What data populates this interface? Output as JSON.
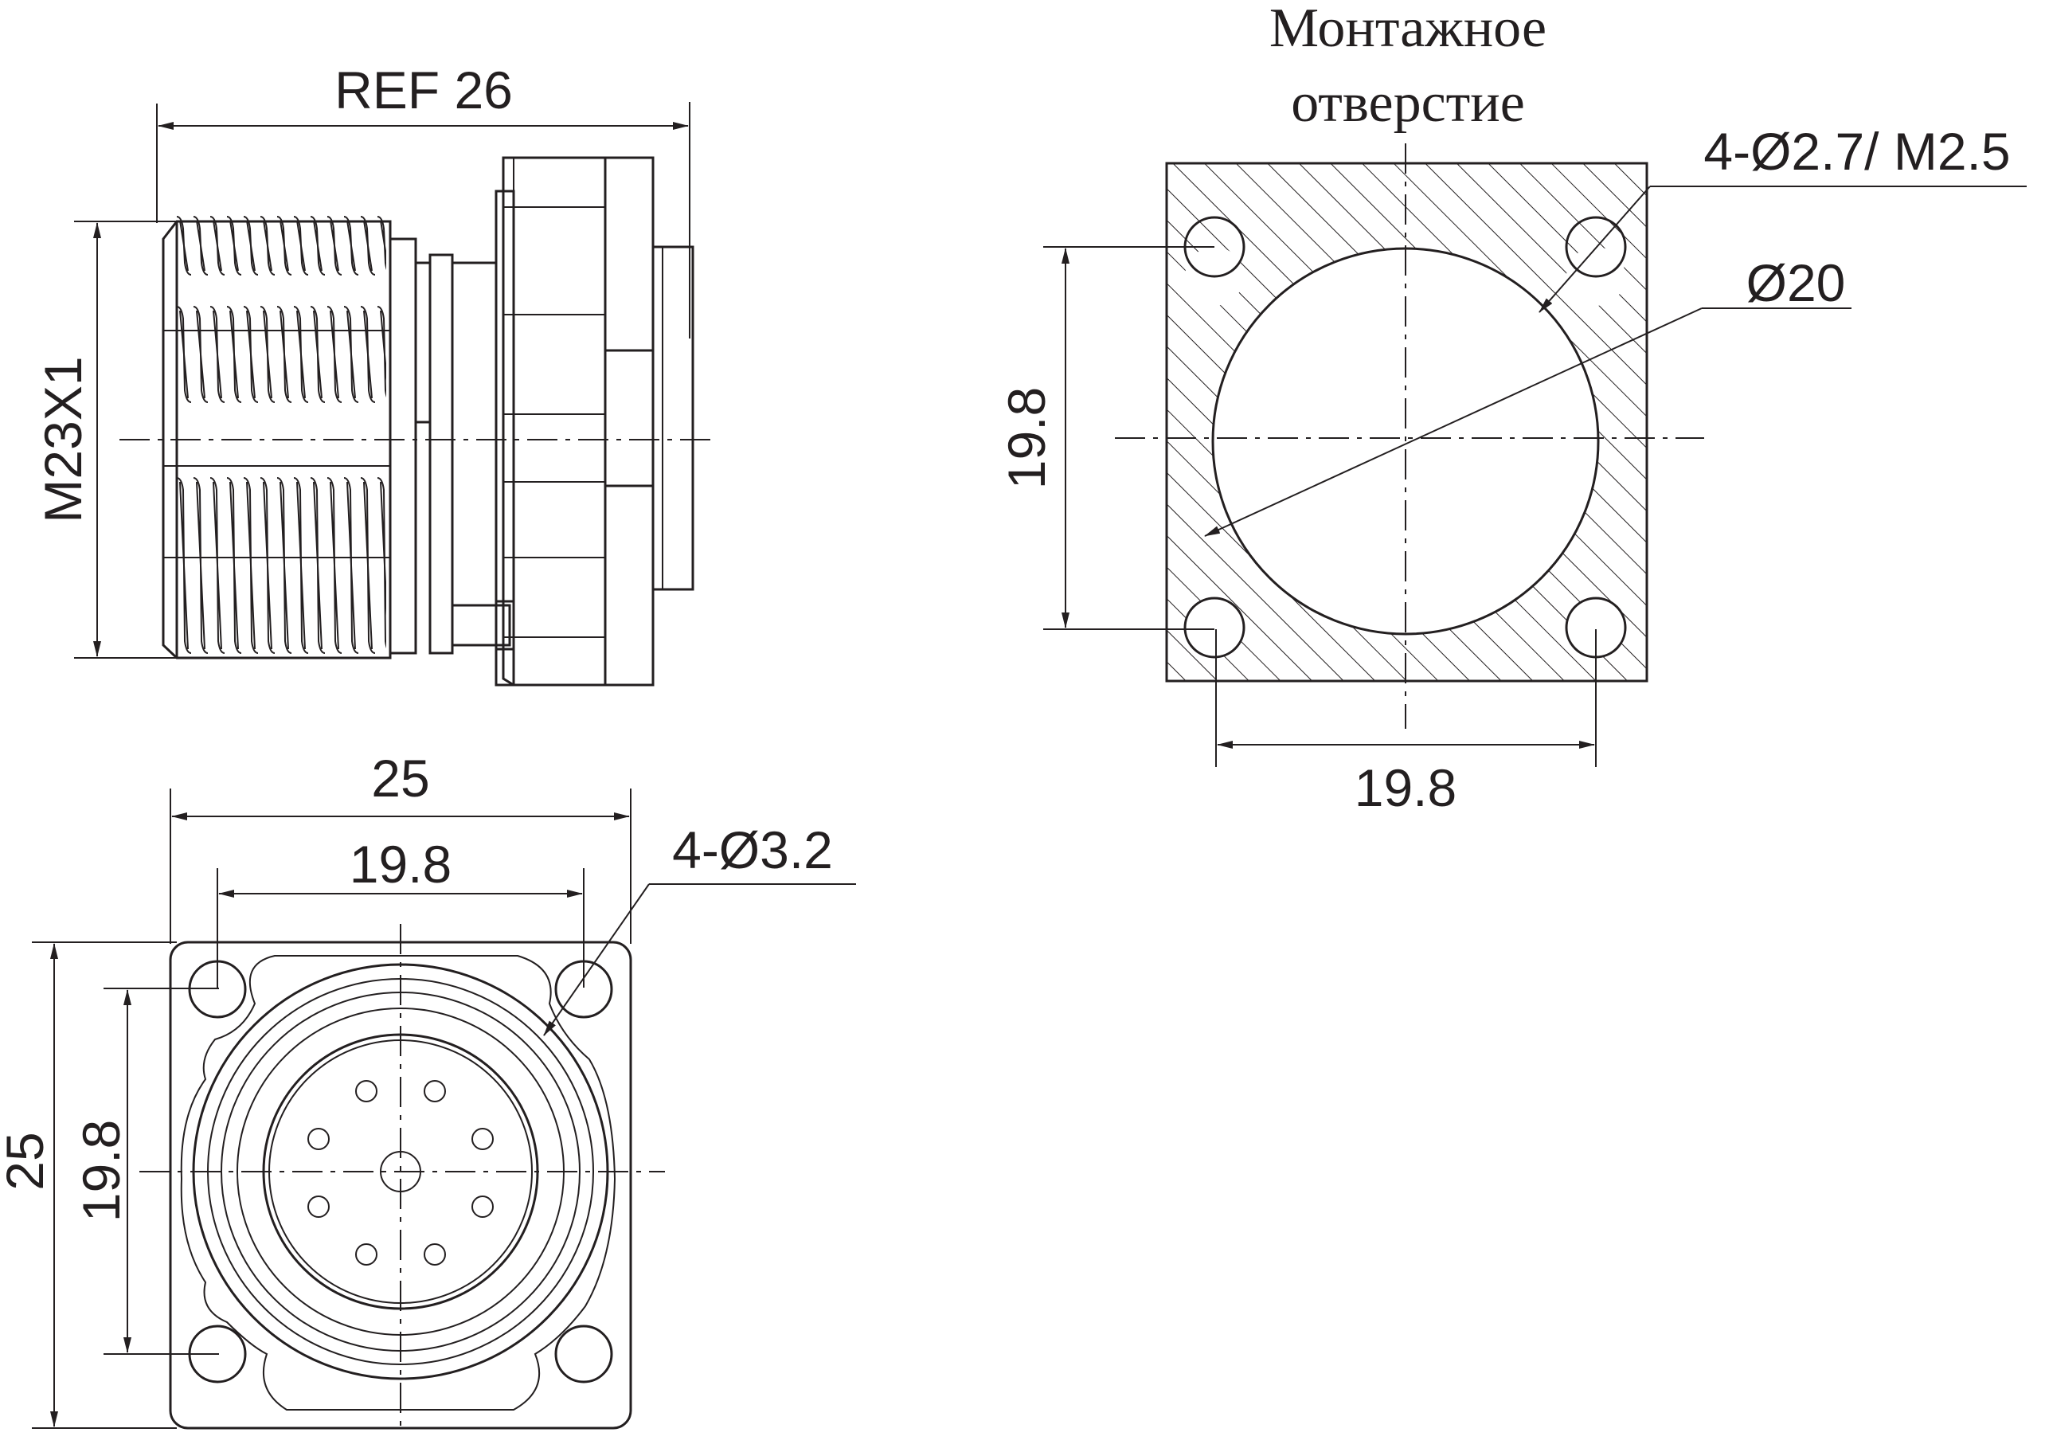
{
  "side_view": {
    "ref_length_label": "REF 26",
    "thread_label": "M23X1"
  },
  "front_view": {
    "flange_width_label": "25",
    "hole_spacing_label": "19.8",
    "flange_height_label": "25",
    "hole_spacing_vertical_label": "19.8",
    "hole_callout_label": "4-Ø3.2"
  },
  "mounting_cutout": {
    "title_line1": "Монтажное",
    "title_line2": "отверстие",
    "hole_callout_label": "4-Ø2.7/ M2.5",
    "center_hole_label": "Ø20",
    "vertical_spacing_label": "19.8",
    "horizontal_spacing_label": "19.8"
  },
  "colors": {
    "line": "#231f20",
    "background": "#ffffff"
  }
}
